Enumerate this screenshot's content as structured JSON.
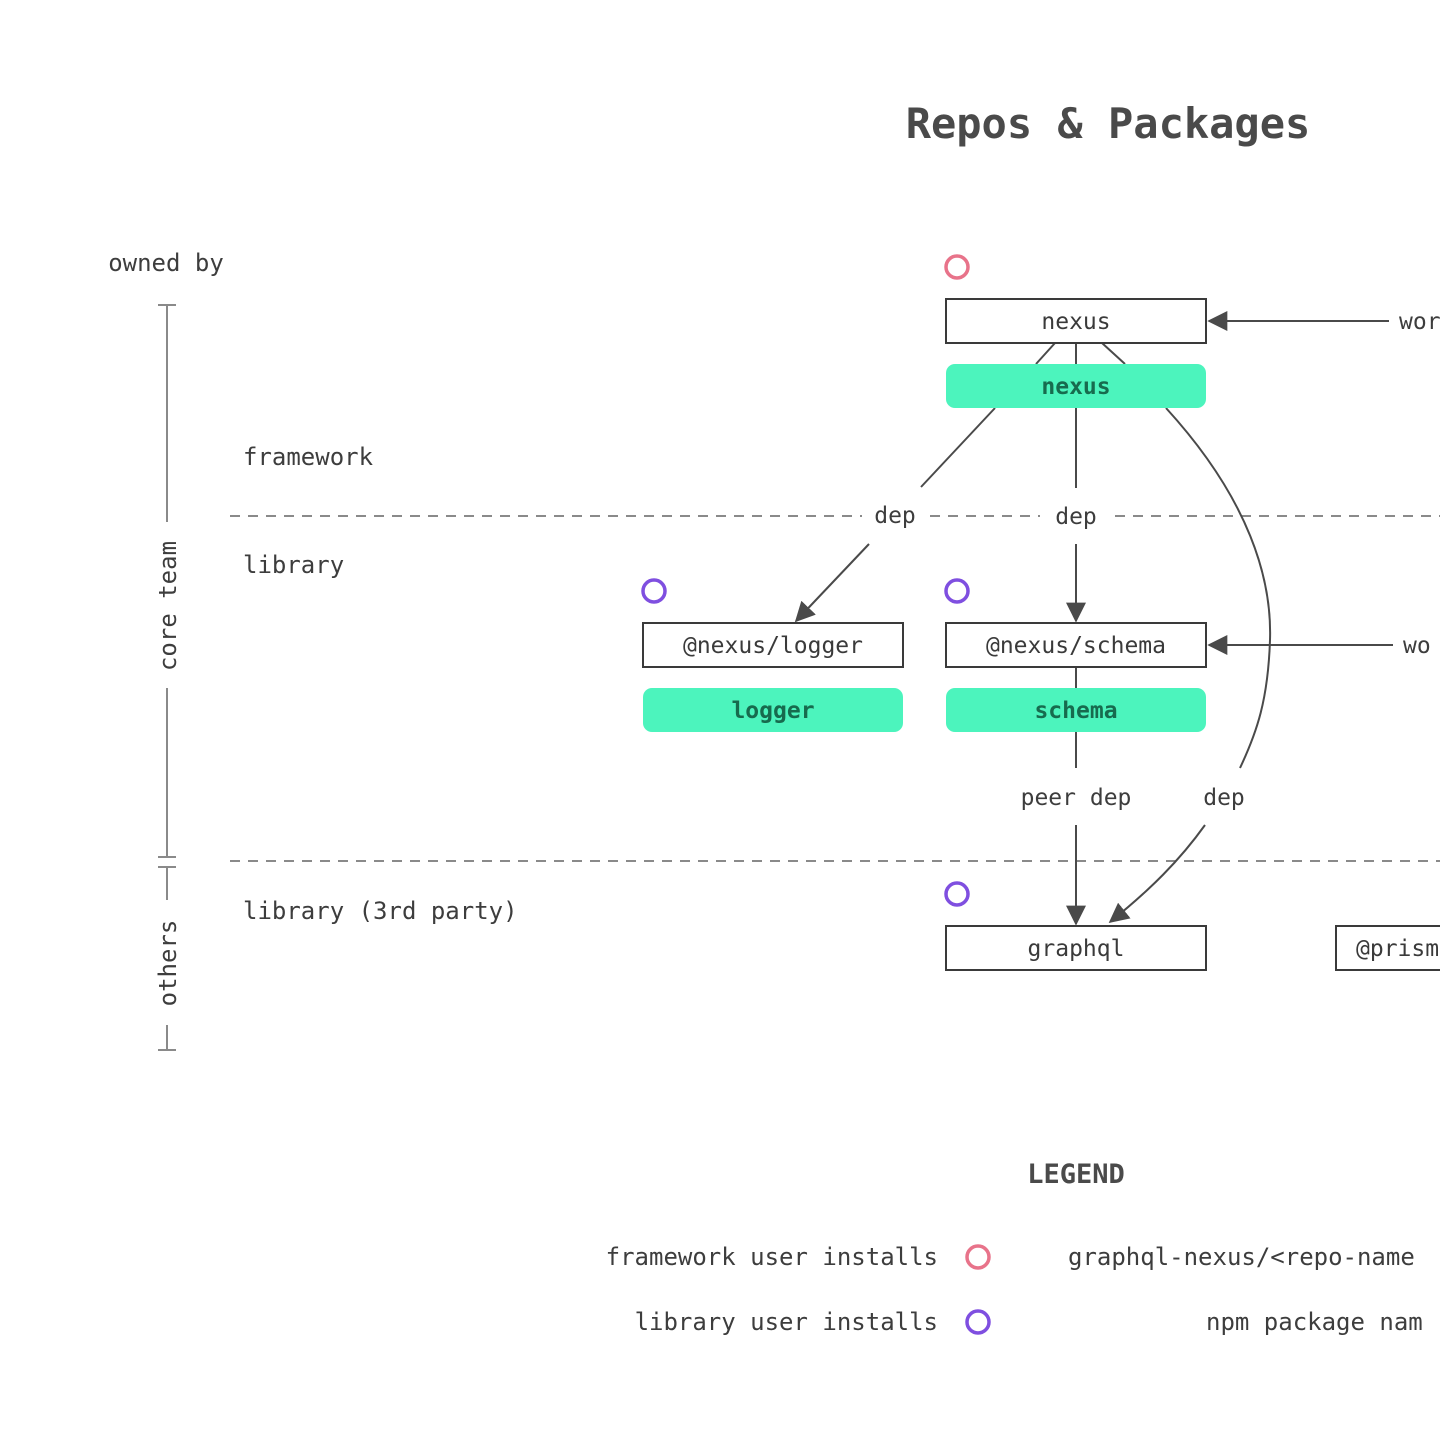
{
  "title": "Repos & Packages",
  "owned_by_label": "owned by",
  "groups": {
    "core_team": "core team",
    "others": "others"
  },
  "layers": {
    "framework": "framework",
    "library": "library",
    "library_3rd": "library (3rd party)"
  },
  "repos": {
    "nexus": "nexus",
    "logger": "@nexus/logger",
    "schema": "@nexus/schema",
    "graphql": "graphql",
    "prisma": "@prism"
  },
  "packages": {
    "nexus": "nexus",
    "logger": "logger",
    "schema": "schema"
  },
  "edges": {
    "dep_logger": "dep",
    "dep_schema": "dep",
    "peer_dep": "peer dep",
    "dep_graphql": "dep",
    "wor_top": "wor",
    "wor_mid": "wo"
  },
  "legend": {
    "title": "LEGEND",
    "framework_user": "framework user installs",
    "library_user": "library user installs",
    "repo_name": "graphql-nexus/<repo-name",
    "npm_name": "npm package nam"
  },
  "colors": {
    "framework_install": "#e8738a",
    "library_install": "#7f4fe0",
    "package_pill": "#4cf4bd",
    "package_text": "#176b4e"
  }
}
